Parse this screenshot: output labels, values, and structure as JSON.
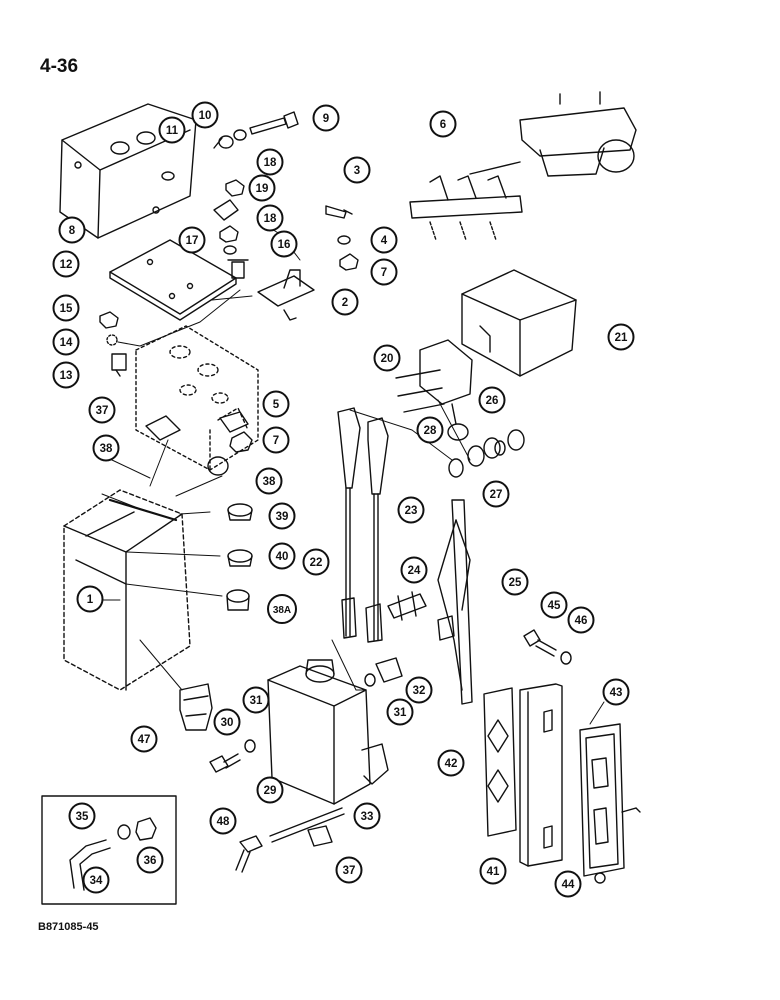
{
  "page": {
    "number": "4-36",
    "doc_code": "B871085-45"
  },
  "callouts": [
    "1",
    "2",
    "3",
    "4",
    "5",
    "6",
    "7",
    "7",
    "8",
    "9",
    "10",
    "11",
    "12",
    "13",
    "14",
    "15",
    "16",
    "17",
    "18",
    "18",
    "19",
    "20",
    "21",
    "22",
    "23",
    "24",
    "25",
    "26",
    "27",
    "28",
    "29",
    "30",
    "31",
    "31",
    "32",
    "33",
    "34",
    "35",
    "36",
    "37",
    "37",
    "38",
    "38",
    "38A",
    "39",
    "40",
    "41",
    "42",
    "43",
    "44",
    "45",
    "46",
    "47",
    "48"
  ],
  "colors": {
    "ink": "#111111",
    "paper": "#ffffff"
  }
}
